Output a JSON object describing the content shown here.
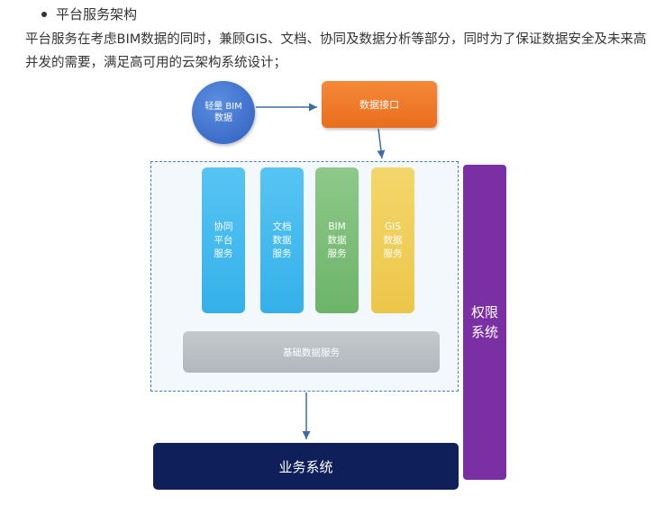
{
  "heading": "平台服务架构",
  "paragraph": "平台服务在考虑BIM数据的同时，兼顾GIS、文档、协同及数据分析等部分，同时为了保证数据安全及未来高并发的需要，满足高可用的云架构系统设计；",
  "diagram": {
    "lightweight_bim": "轻量 BIM 数据",
    "data_interface": "数据接口",
    "services": [
      {
        "label": "协同平台服务"
      },
      {
        "label": "文档数据服务"
      },
      {
        "label": "BIM 数据服务"
      },
      {
        "label": "GIS 数据服务"
      }
    ],
    "base_service": "基础数据服务",
    "permission_system": "权限系统",
    "business_system": "业务系统"
  },
  "colors": {
    "circle": "#3f72d0",
    "interface": "#ef7b2a",
    "blue_col": "#42b8ee",
    "green_col": "#7bbd77",
    "yellow_col": "#eecf55",
    "base": "#babfc4",
    "permission": "#7a2fa3",
    "business": "#0f1f5a",
    "arrow": "#3b6da8"
  }
}
